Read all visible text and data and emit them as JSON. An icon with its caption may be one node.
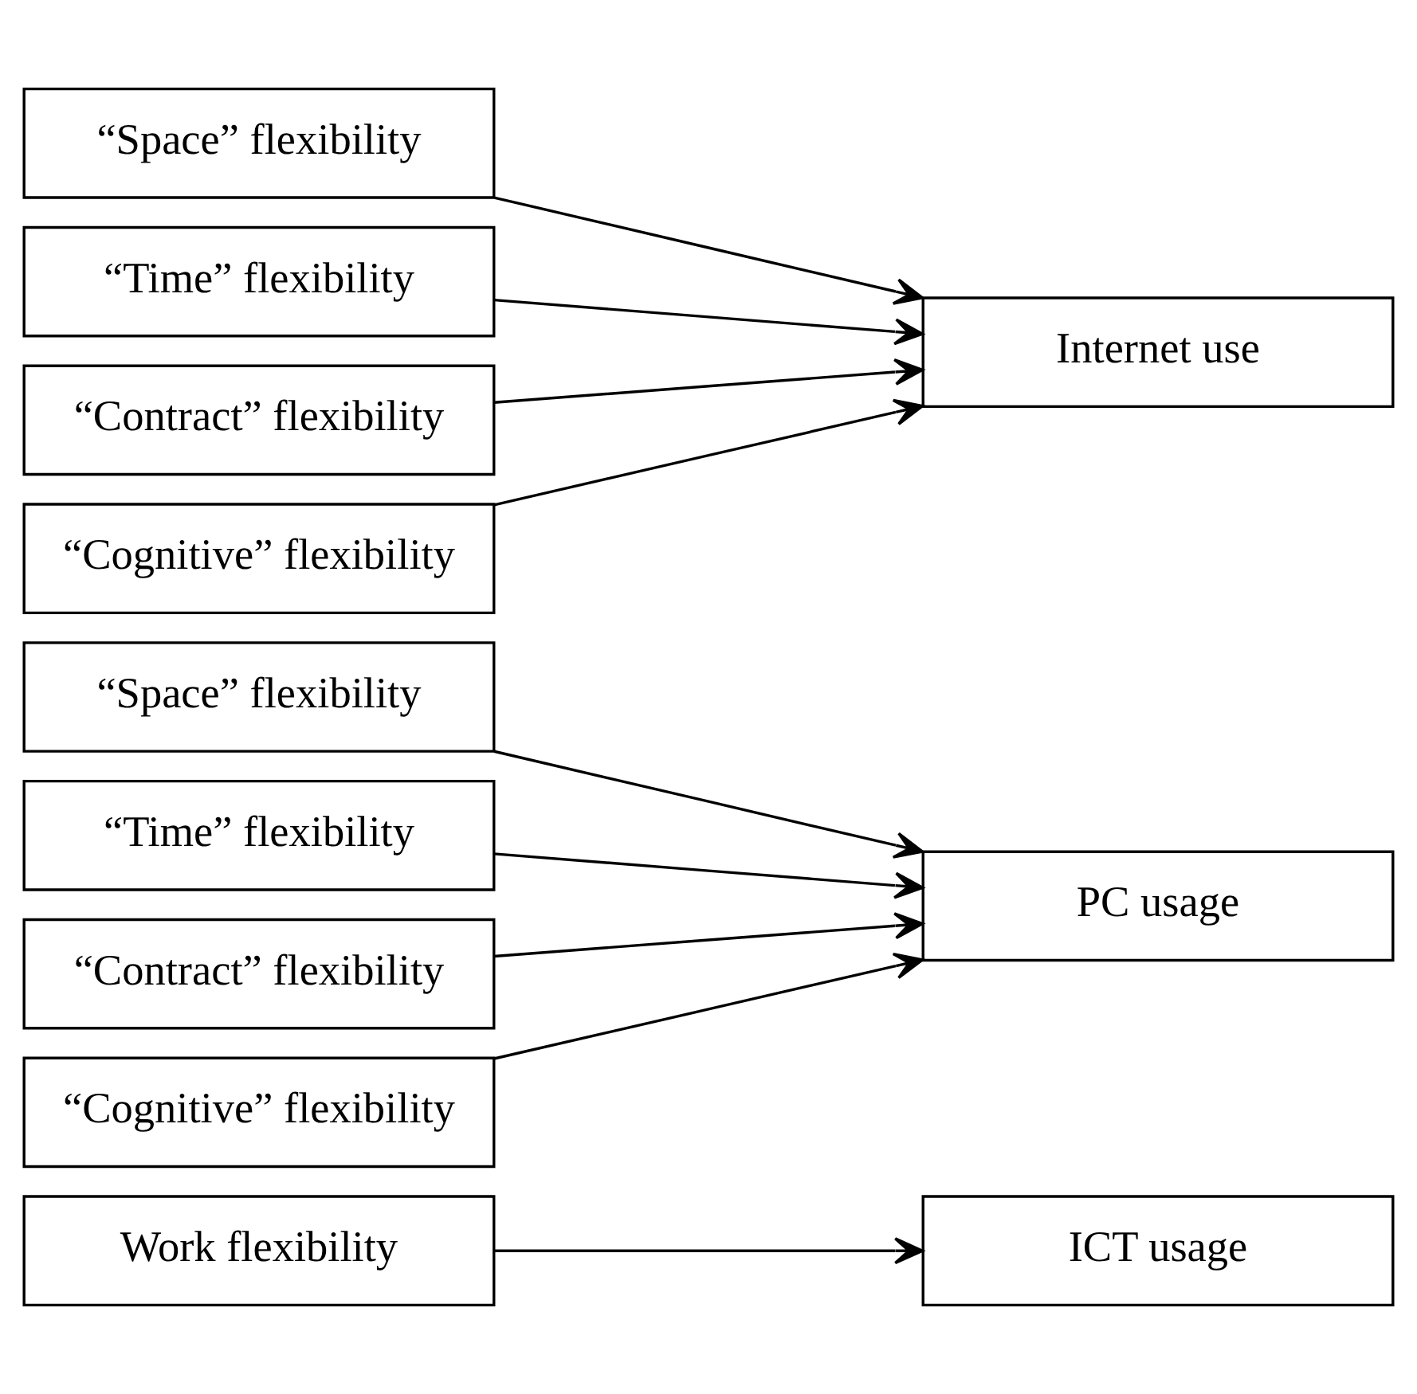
{
  "diagram": {
    "nodes": [
      {
        "text": [
          "Work flexibility"
        ]
      },
      {
        "text": [
          "ICT usage"
        ]
      },
      {
        "text": [
          "“Space” flexibility"
        ]
      },
      {
        "text": [
          "“Time” flexibility"
        ]
      },
      {
        "text": [
          "“Contract” flexibility"
        ]
      },
      {
        "text": [
          "“Cognitive” flexibility"
        ]
      },
      {
        "text": [
          "PC usage"
        ]
      },
      {
        "text": [
          "“Space” flexibility"
        ]
      },
      {
        "text": [
          "“Time” flexibility"
        ]
      },
      {
        "text": [
          "“Contract” flexibility"
        ]
      },
      {
        "text": [
          "“Cognitive” flexibility"
        ]
      },
      {
        "text": [
          "Internet use"
        ]
      }
    ],
    "edges": [
      {
        "from": 0,
        "to": 1,
        "arrow": "to"
      },
      {
        "from": 2,
        "to": 6,
        "arrow": "to"
      },
      {
        "from": 3,
        "to": 6,
        "arrow": "to"
      },
      {
        "from": 4,
        "to": 6,
        "arrow": "to"
      },
      {
        "from": 5,
        "to": 6,
        "arrow": "to"
      },
      {
        "from": 7,
        "to": 11,
        "arrow": "to"
      },
      {
        "from": 8,
        "to": 11,
        "arrow": "to"
      },
      {
        "from": 9,
        "to": 11,
        "arrow": "to"
      },
      {
        "from": 10,
        "to": 11,
        "arrow": "to"
      }
    ]
  }
}
